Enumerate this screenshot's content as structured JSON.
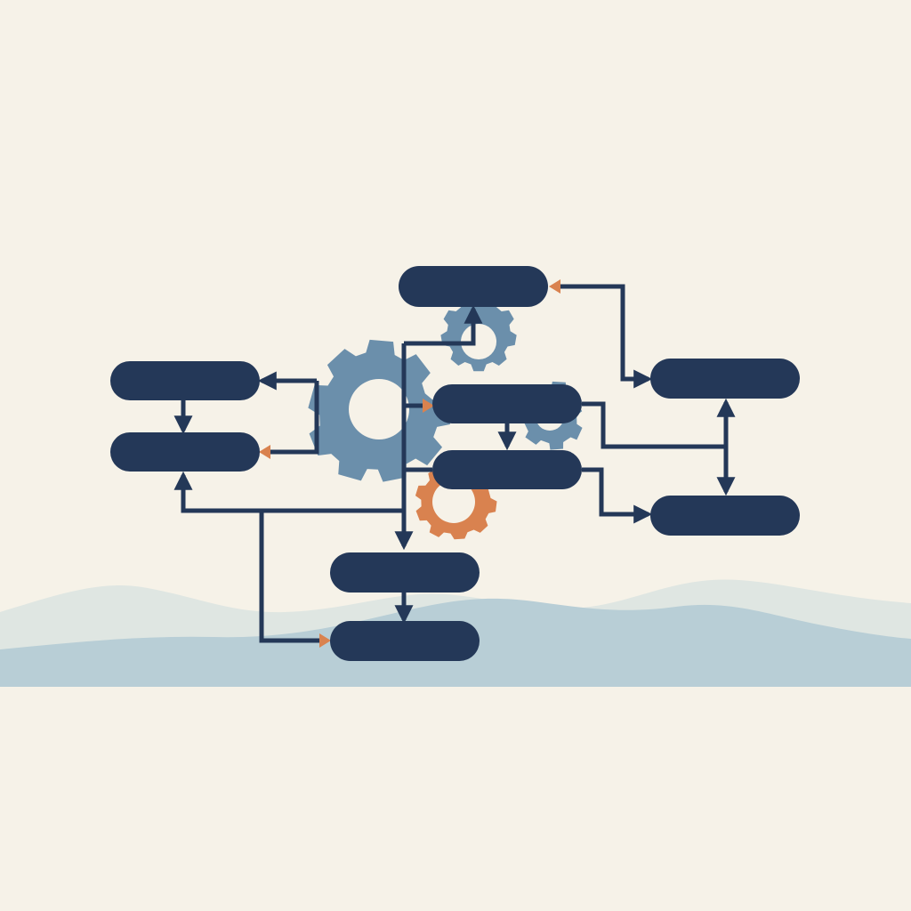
{
  "colors": {
    "background": "#f6f2e8",
    "node": "#243858",
    "connector": "#243858",
    "accent_arrow": "#d9824f",
    "gear_blue": "#6b8fab",
    "gear_orange": "#d9824f",
    "hill_back": "#dfe6e2",
    "hill_front": "#b8ced6"
  },
  "nodes": [
    {
      "id": "node-top-center",
      "label": ""
    },
    {
      "id": "node-left-upper",
      "label": ""
    },
    {
      "id": "node-left-lower",
      "label": ""
    },
    {
      "id": "node-center-upper",
      "label": ""
    },
    {
      "id": "node-center-lower",
      "label": ""
    },
    {
      "id": "node-right-upper",
      "label": ""
    },
    {
      "id": "node-right-lower",
      "label": ""
    },
    {
      "id": "node-bottom-upper",
      "label": ""
    },
    {
      "id": "node-bottom-lower",
      "label": ""
    }
  ],
  "gears": [
    {
      "id": "gear-large",
      "color": "blue"
    },
    {
      "id": "gear-small-top",
      "color": "blue"
    },
    {
      "id": "gear-medium-right",
      "color": "blue"
    },
    {
      "id": "gear-orange",
      "color": "orange"
    }
  ],
  "icons": [
    "gear-icon",
    "arrowhead-icon",
    "hills-icon"
  ]
}
